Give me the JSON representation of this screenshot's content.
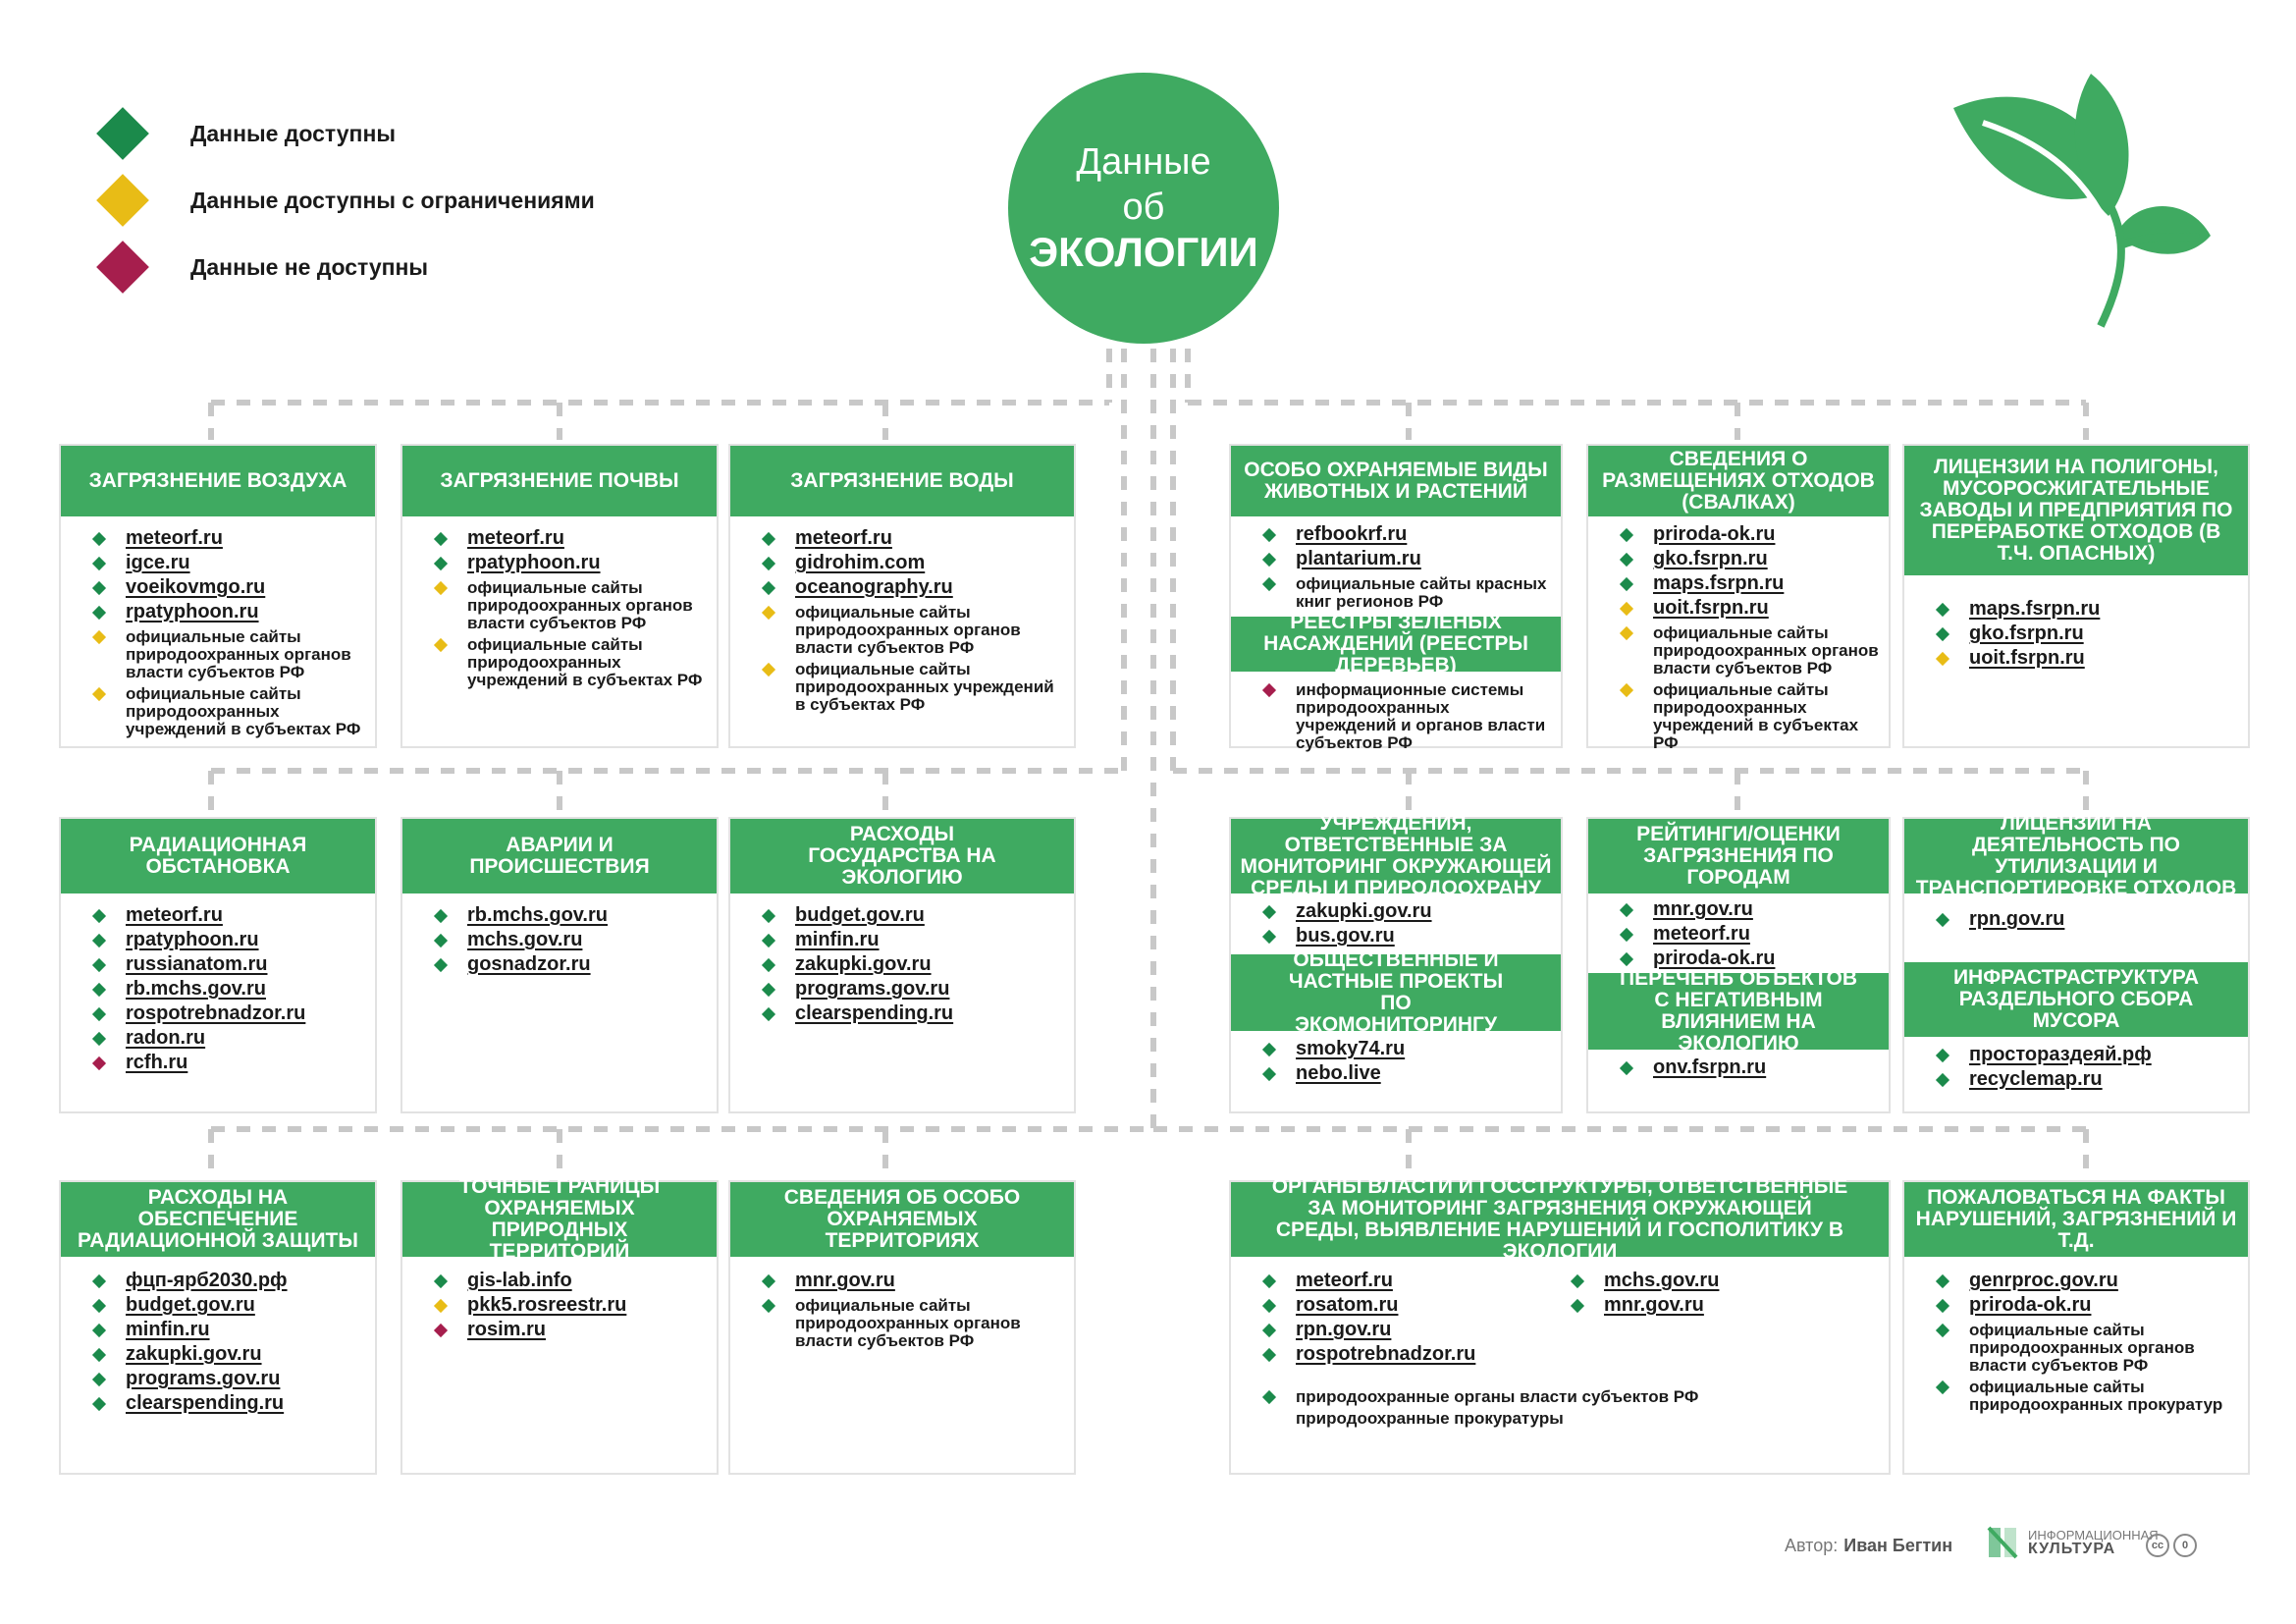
{
  "legend": {
    "available": "Данные доступны",
    "limited": "Данные доступны с ограничениями",
    "unavailable": "Данные не доступны"
  },
  "center": {
    "line1": "Данные",
    "line2_prefix": "об",
    "line2_bold": "ЭКОЛОГИИ"
  },
  "colors": {
    "green": "#3faa61",
    "available": "#1b8a4b",
    "limited": "#e8bc16",
    "unavailable": "#a61e4d"
  },
  "cards": {
    "air": {
      "title": "ЗАГРЯЗНЕНИЕ ВОЗДУХА",
      "items": [
        {
          "text": "meteorf.ru",
          "status": "green"
        },
        {
          "text": "igce.ru",
          "status": "green"
        },
        {
          "text": "voeikovmgo.ru",
          "status": "green"
        },
        {
          "text": "rpatyphoon.ru",
          "status": "green"
        },
        {
          "text": "официальные сайты природоохранных органов власти субъектов РФ",
          "status": "yellow"
        },
        {
          "text": "официальные сайты природоохранных учреждений в субъектах РФ",
          "status": "yellow"
        }
      ]
    },
    "soil": {
      "title": "ЗАГРЯЗНЕНИЕ ПОЧВЫ",
      "items": [
        {
          "text": "meteorf.ru",
          "status": "green"
        },
        {
          "text": "rpatyphoon.ru",
          "status": "green"
        },
        {
          "text": "официальные сайты природоохранных органов власти субъектов РФ",
          "status": "yellow"
        },
        {
          "text": "официальные сайты природоохранных учреждений в субъектах РФ",
          "status": "yellow"
        }
      ]
    },
    "water": {
      "title": "ЗАГРЯЗНЕНИЕ ВОДЫ",
      "items": [
        {
          "text": "meteorf.ru",
          "status": "green"
        },
        {
          "text": "gidrohim.com",
          "status": "green"
        },
        {
          "text": "oceanography.ru",
          "status": "green"
        },
        {
          "text": "официальные сайты природоохранных органов власти субъектов РФ",
          "status": "yellow"
        },
        {
          "text": "официальные сайты природоохранных учреждений в субъектах РФ",
          "status": "yellow"
        }
      ]
    },
    "species": {
      "title": "ОСОБО ОХРАНЯЕМЫЕ ВИДЫ ЖИВОТНЫХ И РАСТЕНИЙ",
      "items": [
        {
          "text": "refbookrf.ru",
          "status": "green"
        },
        {
          "text": "plantarium.ru",
          "status": "green"
        },
        {
          "text": "официальные сайты красных книг регионов РФ",
          "status": "green"
        }
      ],
      "sub_title": "РЕЕСТРЫ ЗЕЛЁНЫХ НАСАЖДЕНИЙ (РЕЕСТРЫ ДЕРЕВЬЕВ)",
      "sub_items": [
        {
          "text": "информационные системы природоохранных учреждений и органов власти субъектов РФ",
          "status": "red"
        }
      ]
    },
    "dumps": {
      "title": "СВЕДЕНИЯ О РАЗМЕЩЕНИЯХ ОТХОДОВ (СВАЛКАХ)",
      "items": [
        {
          "text": "priroda-ok.ru",
          "status": "green"
        },
        {
          "text": "gko.fsrpn.ru",
          "status": "green"
        },
        {
          "text": "maps.fsrpn.ru",
          "status": "green"
        },
        {
          "text": "uoit.fsrpn.ru",
          "status": "yellow"
        },
        {
          "text": "официальные сайты природоохранных органов власти субъектов РФ",
          "status": "yellow"
        },
        {
          "text": "официальные сайты природоохранных учреждений в субъектах РФ",
          "status": "yellow"
        }
      ]
    },
    "licenses_landfill": {
      "title": "ЛИЦЕНЗИИ НА ПОЛИГОНЫ, МУСОРОСЖИГАТЕЛЬНЫЕ ЗАВОДЫ И ПРЕДПРИЯТИЯ ПО ПЕРЕРАБОТКЕ ОТХОДОВ (В Т.Ч. ОПАСНЫХ)",
      "items": [
        {
          "text": "maps.fsrpn.ru",
          "status": "green"
        },
        {
          "text": "gko.fsrpn.ru",
          "status": "green"
        },
        {
          "text": "uoit.fsrpn.ru",
          "status": "yellow"
        }
      ]
    },
    "radiation": {
      "title": "РАДИАЦИОННАЯ ОБСТАНОВКА",
      "items": [
        {
          "text": "meteorf.ru",
          "status": "green"
        },
        {
          "text": "rpatyphoon.ru",
          "status": "green"
        },
        {
          "text": "russianatom.ru",
          "status": "green"
        },
        {
          "text": "rb.mchs.gov.ru",
          "status": "green"
        },
        {
          "text": "rospotrebnadzor.ru",
          "status": "green"
        },
        {
          "text": "radon.ru",
          "status": "green"
        },
        {
          "text": "rcfh.ru",
          "status": "red"
        }
      ]
    },
    "accidents": {
      "title": "АВАРИИ И ПРОИСШЕСТВИЯ",
      "items": [
        {
          "text": "rb.mchs.gov.ru",
          "status": "green"
        },
        {
          "text": "mchs.gov.ru",
          "status": "green"
        },
        {
          "text": "gosnadzor.ru",
          "status": "green"
        }
      ]
    },
    "spending": {
      "title": "РАСХОДЫ ГОСУДАРСТВА НА ЭКОЛОГИЮ",
      "items": [
        {
          "text": "budget.gov.ru",
          "status": "green"
        },
        {
          "text": "minfin.ru",
          "status": "green"
        },
        {
          "text": "zakupki.gov.ru",
          "status": "green"
        },
        {
          "text": "programs.gov.ru",
          "status": "green"
        },
        {
          "text": "clearspending.ru",
          "status": "green"
        }
      ]
    },
    "monitoring": {
      "title": "УЧРЕЖДЕНИЯ, ОТВЕТСТВЕННЫЕ ЗА МОНИТОРИНГ ОКРУЖАЮЩЕЙ СРЕДЫ И ПРИРОДООХРАНУ",
      "items": [
        {
          "text": "zakupki.gov.ru",
          "status": "green"
        },
        {
          "text": "bus.gov.ru",
          "status": "green"
        }
      ],
      "sub_title": "ОБЩЕСТВЕННЫЕ И ЧАСТНЫЕ ПРОЕКТЫ ПО ЭКОМОНИТОРИНГУ",
      "sub_items": [
        {
          "text": "smoky74.ru",
          "status": "green"
        },
        {
          "text": "nebo.live",
          "status": "green"
        }
      ]
    },
    "ratings": {
      "title": "РЕЙТИНГИ/ОЦЕНКИ ЗАГРЯЗНЕНИЯ ПО ГОРОДАМ",
      "items": [
        {
          "text": "mnr.gov.ru",
          "status": "green"
        },
        {
          "text": "meteorf.ru",
          "status": "green"
        },
        {
          "text": "priroda-ok.ru",
          "status": "green"
        }
      ],
      "sub_title": "ПЕРЕЧЕНЬ ОБЪЕКТОВ С НЕГАТИВНЫМ ВЛИЯНИЕМ НА ЭКОЛОГИЮ",
      "sub_items": [
        {
          "text": "onv.fsrpn.ru",
          "status": "green"
        }
      ]
    },
    "licenses_waste": {
      "title": "ЛИЦЕНЗИИ НА ДЕЯТЕЛЬНОСТЬ ПО УТИЛИЗАЦИИ И ТРАНСПОРТИРОВКЕ ОТХОДОВ",
      "items": [
        {
          "text": "rpn.gov.ru",
          "status": "green"
        }
      ],
      "sub_title": "ИНФРАСТРАСТРУКТУРА РАЗДЕЛЬНОГО СБОРА МУСОРА",
      "sub_items": [
        {
          "text": "простораздеяй.рф",
          "status": "green"
        },
        {
          "text": "recyclemap.ru",
          "status": "green"
        }
      ]
    },
    "radiation_spending": {
      "title": "РАСХОДЫ НА ОБЕСПЕЧЕНИЕ РАДИАЦИОННОЙ ЗАЩИТЫ",
      "items": [
        {
          "text": "фцп-ярб2030.рф",
          "status": "green"
        },
        {
          "text": "budget.gov.ru",
          "status": "green"
        },
        {
          "text": "minfin.ru",
          "status": "green"
        },
        {
          "text": "zakupki.gov.ru",
          "status": "green"
        },
        {
          "text": "programs.gov.ru",
          "status": "green"
        },
        {
          "text": "clearspending.ru",
          "status": "green"
        }
      ]
    },
    "borders": {
      "title": "ТОЧНЫЕ ГРАНИЦЫ ОХРАНЯЕМЫХ ПРИРОДНЫХ ТЕРРИТОРИЙ",
      "items": [
        {
          "text": "gis-lab.info",
          "status": "green"
        },
        {
          "text": "pkk5.rosreestr.ru",
          "status": "yellow"
        },
        {
          "text": "rosim.ru",
          "status": "red"
        }
      ]
    },
    "territories": {
      "title": "СВЕДЕНИЯ ОБ ОСОБО ОХРАНЯЕМЫХ ТЕРРИТОРИЯХ",
      "items": [
        {
          "text": "mnr.gov.ru",
          "status": "green"
        },
        {
          "text": "официальные сайты природоохранных органов власти субъектов РФ",
          "status": "green"
        }
      ]
    },
    "authorities": {
      "title": "ОРГАНЫ ВЛАСТИ И ГОССТРУКТУРЫ, ОТВЕТСТВЕННЫЕ ЗА МОНИТОРИНГ ЗАГРЯЗНЕНИЯ ОКРУЖАЮЩЕЙ СРЕДЫ, ВЫЯВЛЕНИЕ НАРУШЕНИЙ И ГОСПОЛИТИКУ В ЭКОЛОГИИ",
      "col1": [
        {
          "text": "meteorf.ru",
          "status": "green"
        },
        {
          "text": "rosatom.ru",
          "status": "green"
        },
        {
          "text": "rpn.gov.ru",
          "status": "green"
        },
        {
          "text": "rospotrebnadzor.ru",
          "status": "green"
        }
      ],
      "col2": [
        {
          "text": "mchs.gov.ru",
          "status": "green"
        },
        {
          "text": "mnr.gov.ru",
          "status": "green"
        }
      ],
      "bottom": [
        {
          "text": "природоохранные органы власти субъектов РФ",
          "status": "green"
        },
        {
          "text": "природоохранные прокуратуры",
          "status": "none"
        }
      ]
    },
    "complaints": {
      "title": "ПОЖАЛОВАТЬСЯ НА ФАКТЫ НАРУШЕНИЙ, ЗАГРЯЗНЕНИЙ И Т.Д.",
      "items": [
        {
          "text": "genrproc.gov.ru",
          "status": "green"
        },
        {
          "text": "priroda-ok.ru",
          "status": "green"
        },
        {
          "text": "официальные сайты природоохранных органов власти субъектов РФ",
          "status": "green"
        },
        {
          "text": "официальные сайты природоохранных прокуратур",
          "status": "green"
        }
      ]
    }
  },
  "footer": {
    "author_label": "Автор:",
    "author_name": "Иван Бегтин",
    "org_small": "ИНФОРМАЦИОННАЯ",
    "org_big": "КУЛЬТУРА",
    "cc1": "cc",
    "cc2": "0"
  }
}
